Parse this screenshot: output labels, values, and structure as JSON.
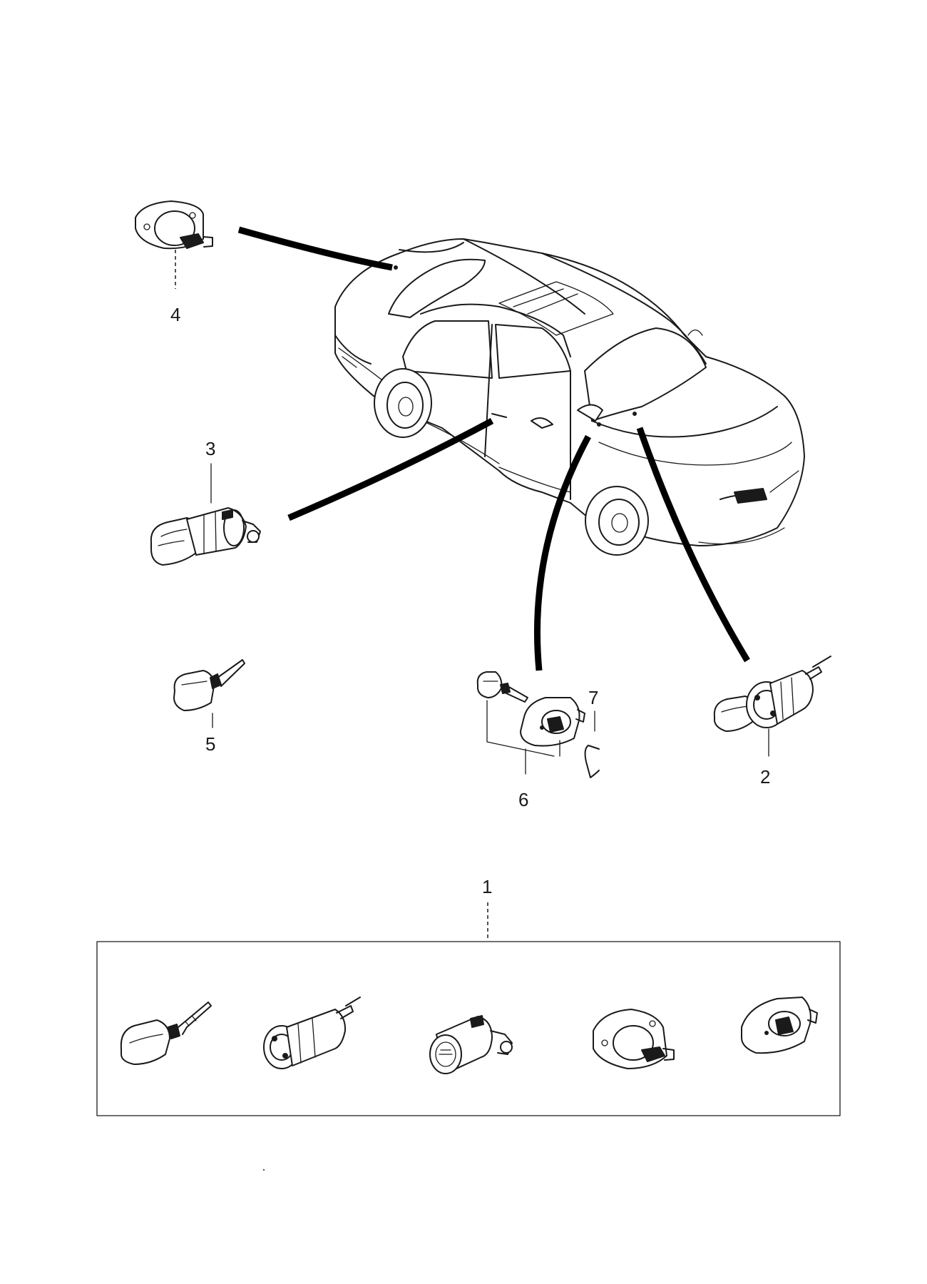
{
  "callouts": {
    "c1": "1",
    "c2": "2",
    "c3": "3",
    "c4": "4",
    "c5": "5",
    "c6": "6",
    "c7": "7"
  },
  "colors": {
    "ink": "#1a1a1a",
    "background": "#ffffff"
  }
}
